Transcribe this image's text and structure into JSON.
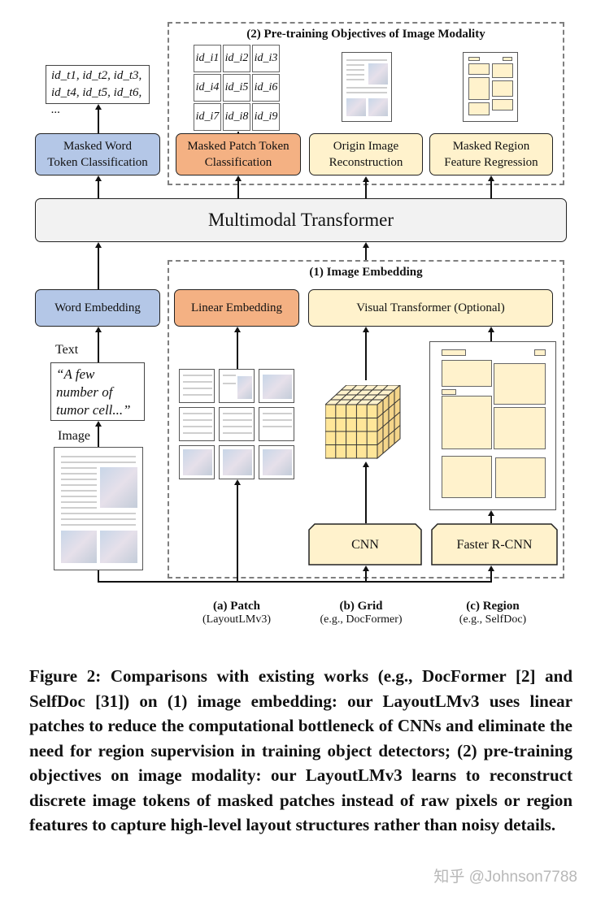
{
  "pretrain_title": "(2) Pre-training Objectives of Image Modality",
  "text_ids": {
    "line1": "id_t1, id_t2, id_t3,",
    "line2": "id_t4, id_t5, id_t6, ..."
  },
  "patch_ids": [
    "id_i1",
    "id_i2",
    "id_i3",
    "id_i4",
    "id_i5",
    "id_i6",
    "id_i7",
    "id_i8",
    "id_i9"
  ],
  "heads": {
    "masked_word": "Masked Word Token Classification",
    "masked_patch": "Masked Patch Token Classification",
    "origin_image": "Origin Image Reconstruction",
    "masked_region": "Masked Region Feature Regression"
  },
  "transformer": "Multimodal Transformer",
  "embedding_title": "(1) Image Embedding",
  "word_embedding": "Word Embedding",
  "linear_embedding": "Linear Embedding",
  "visual_transformer": "Visual Transformer (Optional)",
  "text_label": "Text",
  "text_quote": "“A few number of tumor cell...”",
  "image_label": "Image",
  "cnn": "CNN",
  "faster_rcnn": "Faster R-CNN",
  "columns": [
    {
      "title": "(a) Patch",
      "sub": "(LayoutLMv3)"
    },
    {
      "title": "(b) Grid",
      "sub": "(e.g., DocFormer)"
    },
    {
      "title": "(c) Region",
      "sub": "(e.g., SelfDoc)"
    }
  ],
  "caption": "Figure 2: Comparisons with existing works (e.g., DocFormer [2] and SelfDoc [31]) on (1) image embedding: our LayoutLMv3 uses linear patches to reduce the computational bottleneck of CNNs and eliminate the need for region supervision in training object detectors; (2) pre-training objectives on image modality: our LayoutLMv3 learns to reconstruct discrete image tokens of masked patches instead of raw pixels or region features to capture high-level layout structures rather than noisy details.",
  "watermark": "知乎 @Johnson7788",
  "colors": {
    "blue": "#b4c7e7",
    "orange": "#f4b183",
    "yellow": "#fff2cc",
    "gray": "#f2f2f2"
  }
}
